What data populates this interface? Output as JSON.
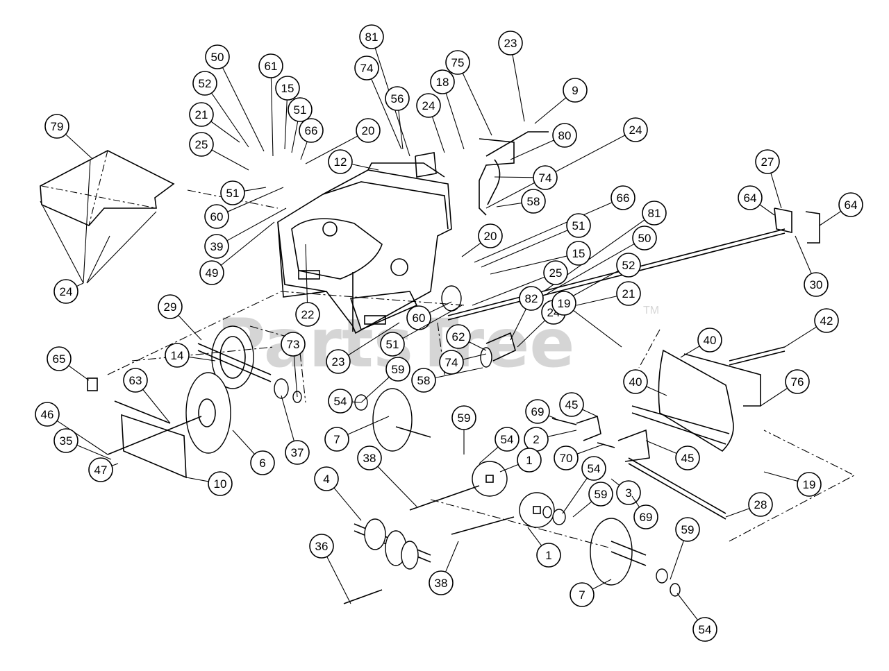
{
  "watermark": {
    "text": "PartsTree",
    "tm": "TM"
  },
  "callouts": [
    {
      "id": "c79",
      "label": "79"
    },
    {
      "id": "c24a",
      "label": "24"
    },
    {
      "id": "c50a",
      "label": "50"
    },
    {
      "id": "c61a",
      "label": "61"
    },
    {
      "id": "c52a",
      "label": "52"
    },
    {
      "id": "c15a",
      "label": "15"
    },
    {
      "id": "c21a",
      "label": "21"
    },
    {
      "id": "c51a",
      "label": "51"
    },
    {
      "id": "c66a",
      "label": "66"
    },
    {
      "id": "c25a",
      "label": "25"
    },
    {
      "id": "c20a",
      "label": "20"
    },
    {
      "id": "c51b",
      "label": "51"
    },
    {
      "id": "c12",
      "label": "12"
    },
    {
      "id": "c60a",
      "label": "60"
    },
    {
      "id": "c39",
      "label": "39"
    },
    {
      "id": "c49",
      "label": "49"
    },
    {
      "id": "c81",
      "label": "81"
    },
    {
      "id": "c74a",
      "label": "74"
    },
    {
      "id": "c56",
      "label": "56"
    },
    {
      "id": "c75",
      "label": "75"
    },
    {
      "id": "c18",
      "label": "18"
    },
    {
      "id": "c24b",
      "label": "24"
    },
    {
      "id": "c23a",
      "label": "23"
    },
    {
      "id": "c9",
      "label": "9"
    },
    {
      "id": "c80",
      "label": "80"
    },
    {
      "id": "c24c",
      "label": "24"
    },
    {
      "id": "c74b",
      "label": "74"
    },
    {
      "id": "c58a",
      "label": "58"
    },
    {
      "id": "c66b",
      "label": "66"
    },
    {
      "id": "c20b",
      "label": "20"
    },
    {
      "id": "c81b",
      "label": "81"
    },
    {
      "id": "c51c",
      "label": "51"
    },
    {
      "id": "c50b",
      "label": "50"
    },
    {
      "id": "c15b",
      "label": "15"
    },
    {
      "id": "c52b",
      "label": "52"
    },
    {
      "id": "c25b",
      "label": "25"
    },
    {
      "id": "c21b",
      "label": "21"
    },
    {
      "id": "c27",
      "label": "27"
    },
    {
      "id": "c64a",
      "label": "64"
    },
    {
      "id": "c64b",
      "label": "64"
    },
    {
      "id": "c30",
      "label": "30"
    },
    {
      "id": "c29",
      "label": "29"
    },
    {
      "id": "c22",
      "label": "22"
    },
    {
      "id": "c82",
      "label": "82"
    },
    {
      "id": "c24d",
      "label": "24"
    },
    {
      "id": "c60b",
      "label": "60"
    },
    {
      "id": "c19a",
      "label": "19"
    },
    {
      "id": "c42",
      "label": "42"
    },
    {
      "id": "c40a",
      "label": "40"
    },
    {
      "id": "c73",
      "label": "73"
    },
    {
      "id": "c51d",
      "label": "51"
    },
    {
      "id": "c62",
      "label": "62"
    },
    {
      "id": "c65",
      "label": "65"
    },
    {
      "id": "c14",
      "label": "14"
    },
    {
      "id": "c23b",
      "label": "23"
    },
    {
      "id": "c74c",
      "label": "74"
    },
    {
      "id": "c40b",
      "label": "40"
    },
    {
      "id": "c76",
      "label": "76"
    },
    {
      "id": "c63",
      "label": "63"
    },
    {
      "id": "c59a",
      "label": "59"
    },
    {
      "id": "c58b",
      "label": "58"
    },
    {
      "id": "c46",
      "label": "46"
    },
    {
      "id": "c54a",
      "label": "54"
    },
    {
      "id": "c59b",
      "label": "59"
    },
    {
      "id": "c69a",
      "label": "69"
    },
    {
      "id": "c45a",
      "label": "45"
    },
    {
      "id": "c35",
      "label": "35"
    },
    {
      "id": "c6",
      "label": "6"
    },
    {
      "id": "c37",
      "label": "37"
    },
    {
      "id": "c7a",
      "label": "7"
    },
    {
      "id": "c54b",
      "label": "54"
    },
    {
      "id": "c2",
      "label": "2"
    },
    {
      "id": "c47",
      "label": "47"
    },
    {
      "id": "c10",
      "label": "10"
    },
    {
      "id": "c38a",
      "label": "38"
    },
    {
      "id": "c1a",
      "label": "1"
    },
    {
      "id": "c70",
      "label": "70"
    },
    {
      "id": "c54c",
      "label": "54"
    },
    {
      "id": "c45b",
      "label": "45"
    },
    {
      "id": "c19b",
      "label": "19"
    },
    {
      "id": "c4",
      "label": "4"
    },
    {
      "id": "c59c",
      "label": "59"
    },
    {
      "id": "c3",
      "label": "3"
    },
    {
      "id": "c69b",
      "label": "69"
    },
    {
      "id": "c28",
      "label": "28"
    },
    {
      "id": "c36",
      "label": "36"
    },
    {
      "id": "c1b",
      "label": "1"
    },
    {
      "id": "c59d",
      "label": "59"
    },
    {
      "id": "c38b",
      "label": "38"
    },
    {
      "id": "c7b",
      "label": "7"
    },
    {
      "id": "c54d",
      "label": "54"
    }
  ]
}
